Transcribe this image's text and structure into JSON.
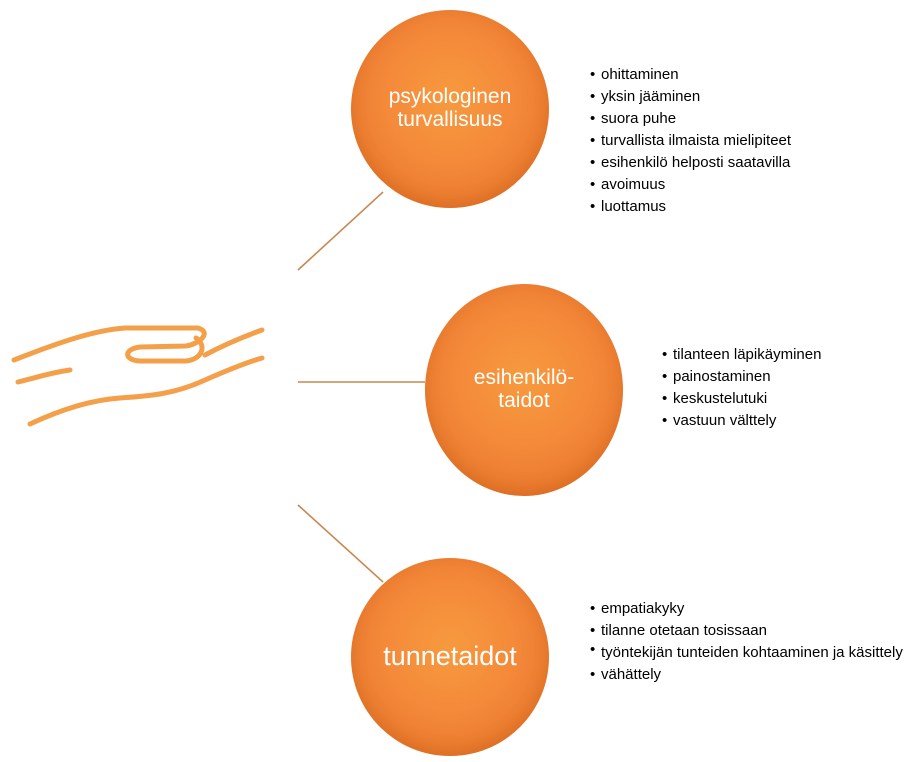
{
  "diagram": {
    "icon": "open-hand-icon",
    "colors": {
      "node_fill": "#f4893a",
      "connector": "#c8874f",
      "hand": "#f4a04a",
      "text": "#000000",
      "node_text": "#ffffff"
    },
    "nodes": [
      {
        "label": "psykologinen\nturvallisuus",
        "items": [
          "ohittaminen",
          "yksin jääminen",
          "suora puhe",
          "turvallista ilmaista mielipiteet",
          "esihenkilö helposti saatavilla",
          "avoimuus",
          "luottamus"
        ]
      },
      {
        "label": "esihenkilö-\ntaidot",
        "items": [
          "tilanteen läpikäyminen",
          "painostaminen",
          "keskustelutuki",
          "vastuun välttely"
        ]
      },
      {
        "label": "tunnetaidot",
        "items": [
          "empatiakyky",
          "tilanne otetaan tosissaan",
          "työntekijän tunteiden kohtaaminen ja käsittely",
          "vähättely"
        ]
      }
    ]
  }
}
